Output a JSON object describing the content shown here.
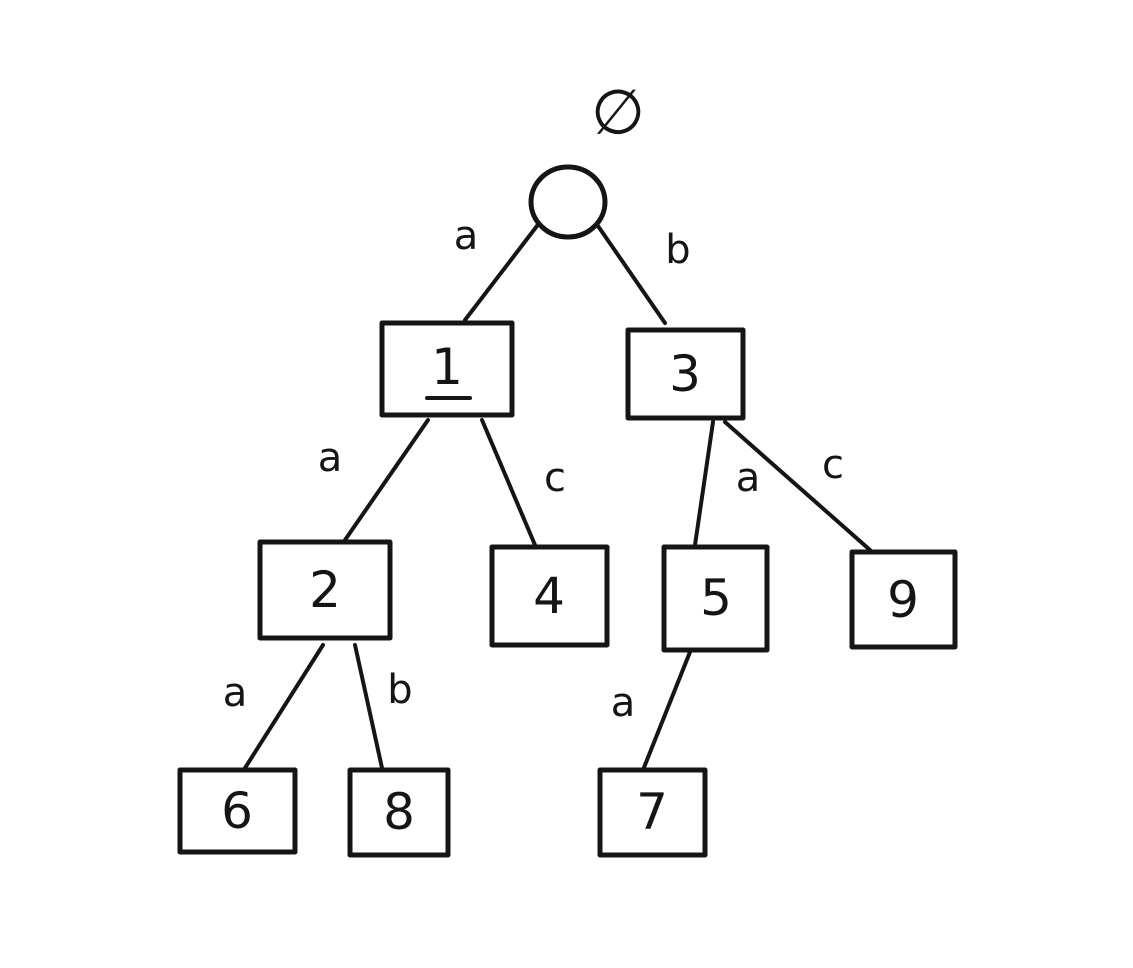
{
  "root": {
    "label": "∅"
  },
  "nodes": {
    "n1": "1",
    "n3": "3",
    "n2": "2",
    "n4": "4",
    "n5": "5",
    "n9": "9",
    "n6": "6",
    "n8": "8",
    "n7": "7"
  },
  "edges": {
    "root_n1": "a",
    "root_n3": "b",
    "n1_n2": "a",
    "n1_n4": "c",
    "n3_n5": "a",
    "n3_n9": "c",
    "n2_n6": "a",
    "n2_n8": "b",
    "n5_n7": "a"
  }
}
